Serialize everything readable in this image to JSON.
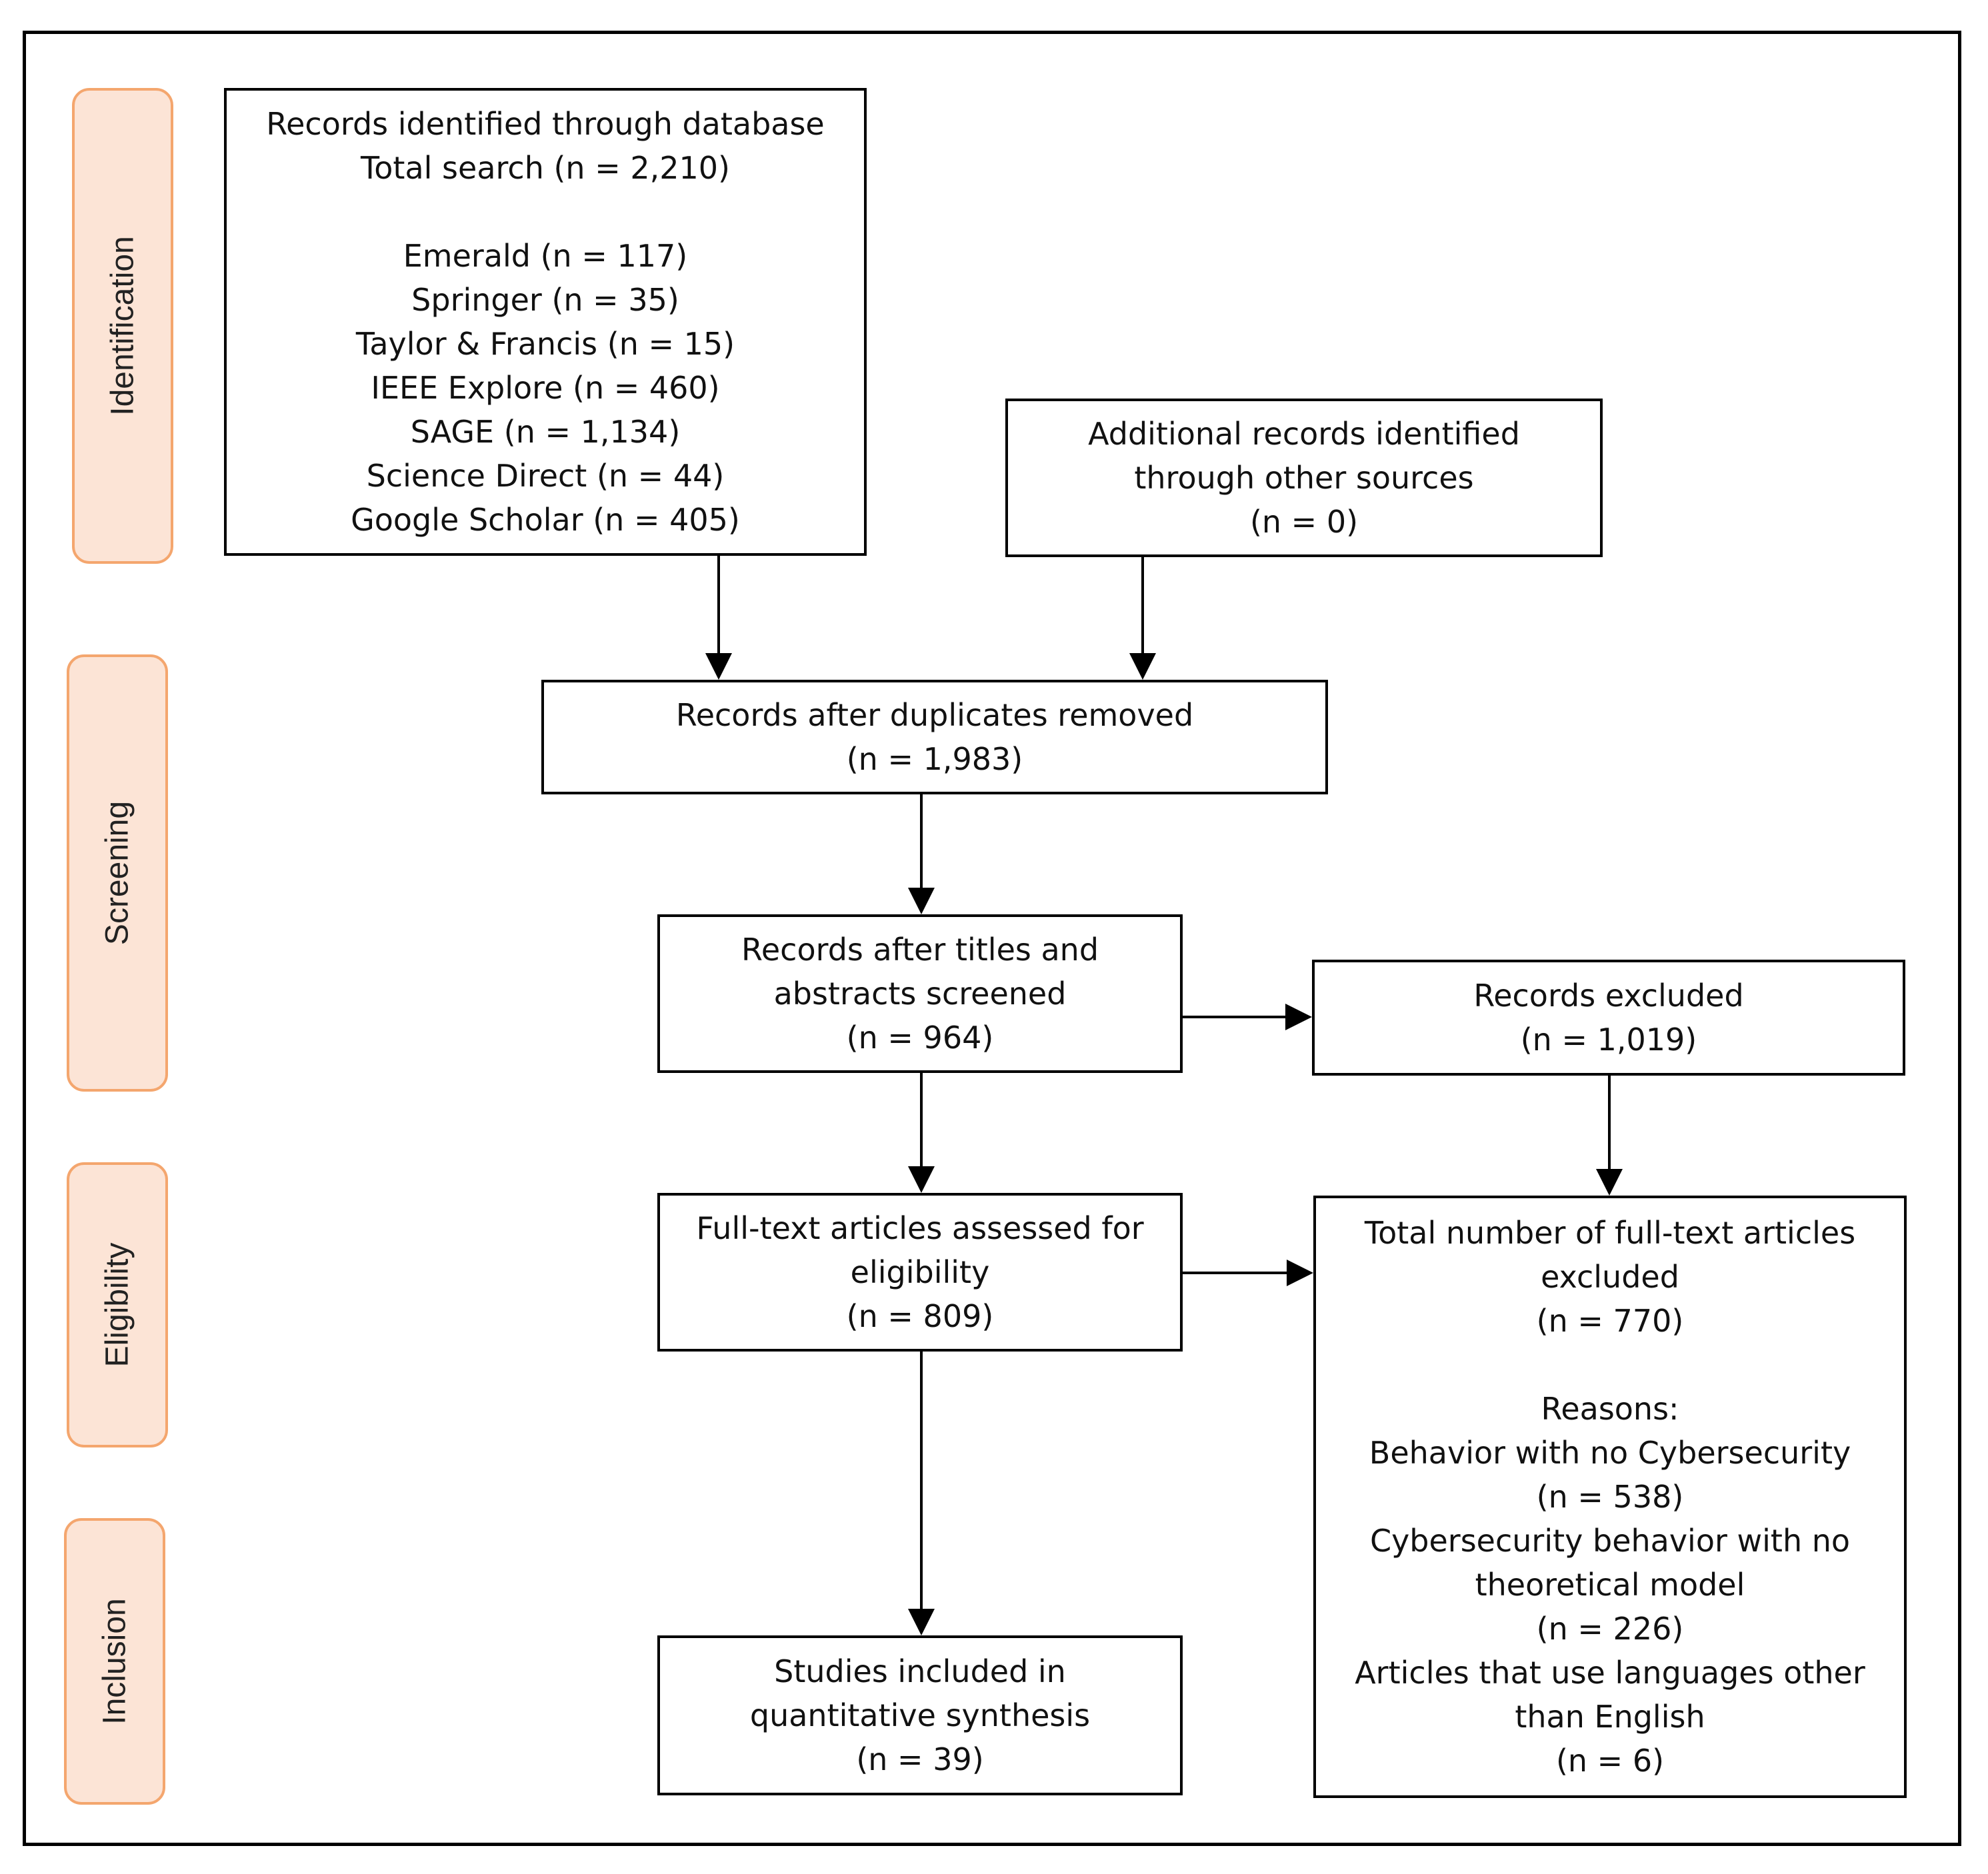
{
  "phases": {
    "identification": "Identification",
    "screening": "Screening",
    "eligibility": "Eligibility",
    "inclusion": "Inclusion"
  },
  "boxes": {
    "database": {
      "title": "Records identified through database",
      "total": "Total search (n = 2,210)",
      "sources": [
        "Emerald (n = 117)",
        "Springer (n = 35)",
        "Taylor & Francis (n = 15)",
        "IEEE Explore (n = 460)",
        "SAGE (n = 1,134)",
        "Science Direct (n = 44)",
        "Google Scholar (n = 405)"
      ]
    },
    "additional": {
      "line1": "Additional records identified",
      "line2": "through other sources",
      "count": "(n = 0)"
    },
    "duplicates": {
      "line1": "Records after duplicates removed",
      "count": "(n = 1,983)"
    },
    "screened": {
      "line1": "Records after titles and",
      "line2": "abstracts screened",
      "count": "(n = 964)"
    },
    "excluded": {
      "line1": "Records excluded",
      "count": "(n = 1,019)"
    },
    "fulltext": {
      "line1": "Full-text articles assessed for",
      "line2": "eligibility",
      "count": "(n = 809)"
    },
    "fulltext_excluded": {
      "line1": "Total number of full-text articles",
      "line2": "excluded",
      "count": "(n = 770)",
      "reasons_label": "Reasons:",
      "reason1": "Behavior with no Cybersecurity",
      "reason1_count": "(n = 538)",
      "reason2_line1": "Cybersecurity behavior with no",
      "reason2_line2": "theoretical model",
      "reason2_count": "(n = 226)",
      "reason3_line1": "Articles that use languages other",
      "reason3_line2": "than English",
      "reason3_count": "(n = 6)"
    },
    "included": {
      "line1": "Studies included in",
      "line2": "quantitative synthesis",
      "count": "(n = 39)"
    }
  },
  "colors": {
    "phase_fill": "#fce4d6",
    "phase_border": "#f4a66e",
    "line": "#000000"
  }
}
